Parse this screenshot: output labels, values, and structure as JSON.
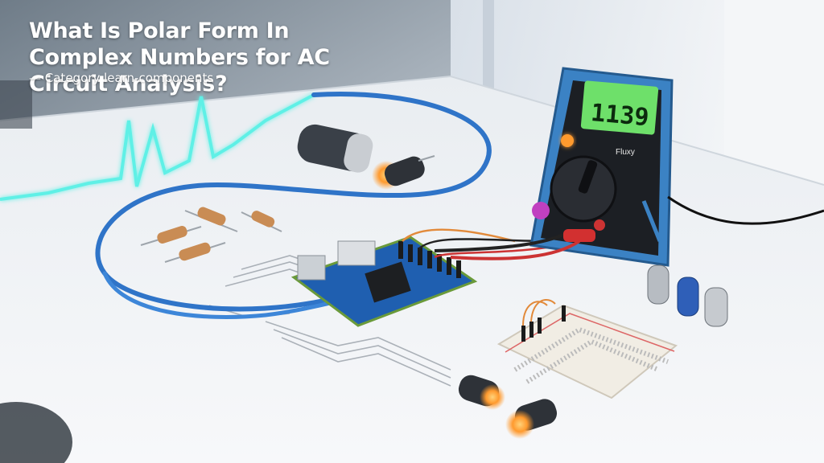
{
  "article": {
    "title": "What Is Polar Form In Complex Numbers for AC Circuit Analysis?",
    "category_label": "— Category learn-components"
  },
  "multimeter": {
    "reading": "1139",
    "brand_label": "Fluxy",
    "display_color": "#6ee06a",
    "body_color": "#3b82c4"
  },
  "colors": {
    "glow_wave": "#5ff0e6",
    "cable_blue": "#2f74c8",
    "pcb_blue": "#1f5fb0",
    "led_orange": "#ff9a2e",
    "probe_red": "#d23030"
  }
}
